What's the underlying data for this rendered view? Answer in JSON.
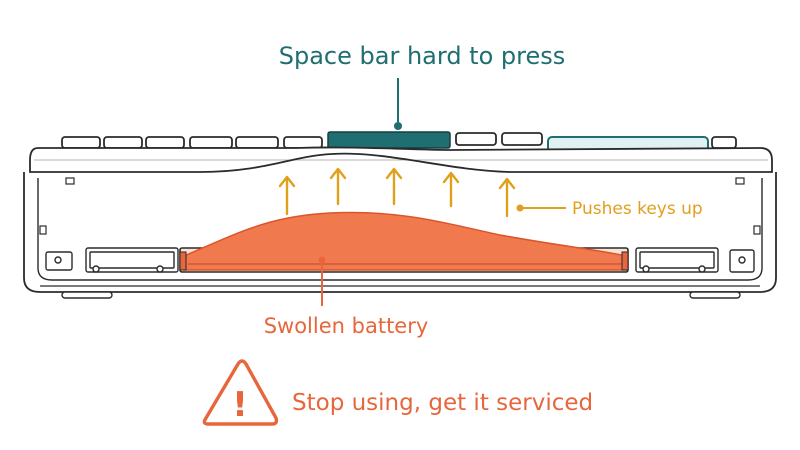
{
  "labels": {
    "space_bar": "Space bar  hard to press",
    "pushes": "Pushes keys up",
    "battery": "Swollen battery",
    "warning": "Stop using, get it serviced",
    "warning_mark": "!"
  },
  "colors": {
    "teal": "#1f6e72",
    "amber": "#e0a01c",
    "orange": "#f07a4e",
    "orange_text": "#e8663c",
    "outline": "#2b2b2b",
    "highlight_key": "#dff2f1"
  },
  "icons": {
    "arrows": "arrow-up-icon",
    "warning": "warning-triangle-icon"
  }
}
